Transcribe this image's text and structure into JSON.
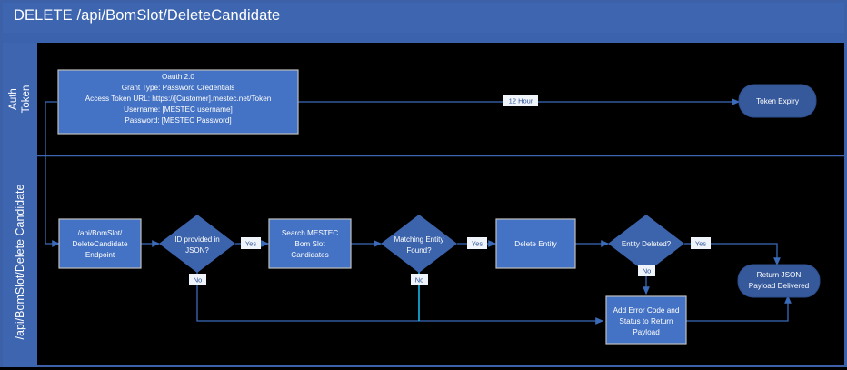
{
  "header": {
    "title": "DELETE /api/BomSlot/DeleteCandidate"
  },
  "lanes": [
    {
      "id": "auth",
      "label_line1": "Auth",
      "label_line2": "Token"
    },
    {
      "id": "main",
      "label": "/api/BomSlot/Delete Candidate"
    }
  ],
  "nodes": {
    "oauth": {
      "shape": "process",
      "lines": [
        "Oauth 2.0",
        "Grant Type: Password Credentials",
        "Access Token URL: https://[Customer].mestec.net/Token",
        "Username: [MESTEC username]",
        "Password: [MESTEC Password]"
      ]
    },
    "token_expiry": {
      "shape": "pill",
      "lines": [
        "Token Expiry"
      ]
    },
    "endpoint": {
      "shape": "process",
      "lines": [
        "/api/BomSlot/",
        "DeleteCandidate",
        "Endpoint"
      ]
    },
    "id_provided": {
      "shape": "decision",
      "lines": [
        "ID provided in",
        "JSON?"
      ]
    },
    "search": {
      "shape": "process",
      "lines": [
        "Search MESTEC",
        "Bom Slot",
        "Candidates"
      ]
    },
    "matching": {
      "shape": "decision",
      "lines": [
        "Matching Entity",
        "Found?"
      ]
    },
    "delete_entity": {
      "shape": "process",
      "lines": [
        "Delete Entity"
      ]
    },
    "entity_deleted": {
      "shape": "decision",
      "lines": [
        "Entity Deleted?"
      ]
    },
    "add_error": {
      "shape": "process",
      "lines": [
        "Add Error Code and",
        "Status to Return",
        "Payload"
      ]
    },
    "return_json": {
      "shape": "pill",
      "lines": [
        "Return JSON",
        "Payload Delivered"
      ]
    }
  },
  "edge_labels": {
    "token_duration": "12 Hour",
    "yes_1": "Yes",
    "yes_2": "Yes",
    "yes_3": "Yes",
    "no_1": "No",
    "no_2": "No",
    "no_3": "No"
  },
  "colors": {
    "brand_blue": "#3E65B0",
    "node_fill": "#4472C4",
    "decision_fill": "#3C64AC",
    "pill_fill": "#36599C",
    "connector": "#3B6AB8",
    "connector_selected": "#14B8E8",
    "canvas": "#000000",
    "node_border": "#BFBFBF",
    "text": "#FFFFFF"
  }
}
